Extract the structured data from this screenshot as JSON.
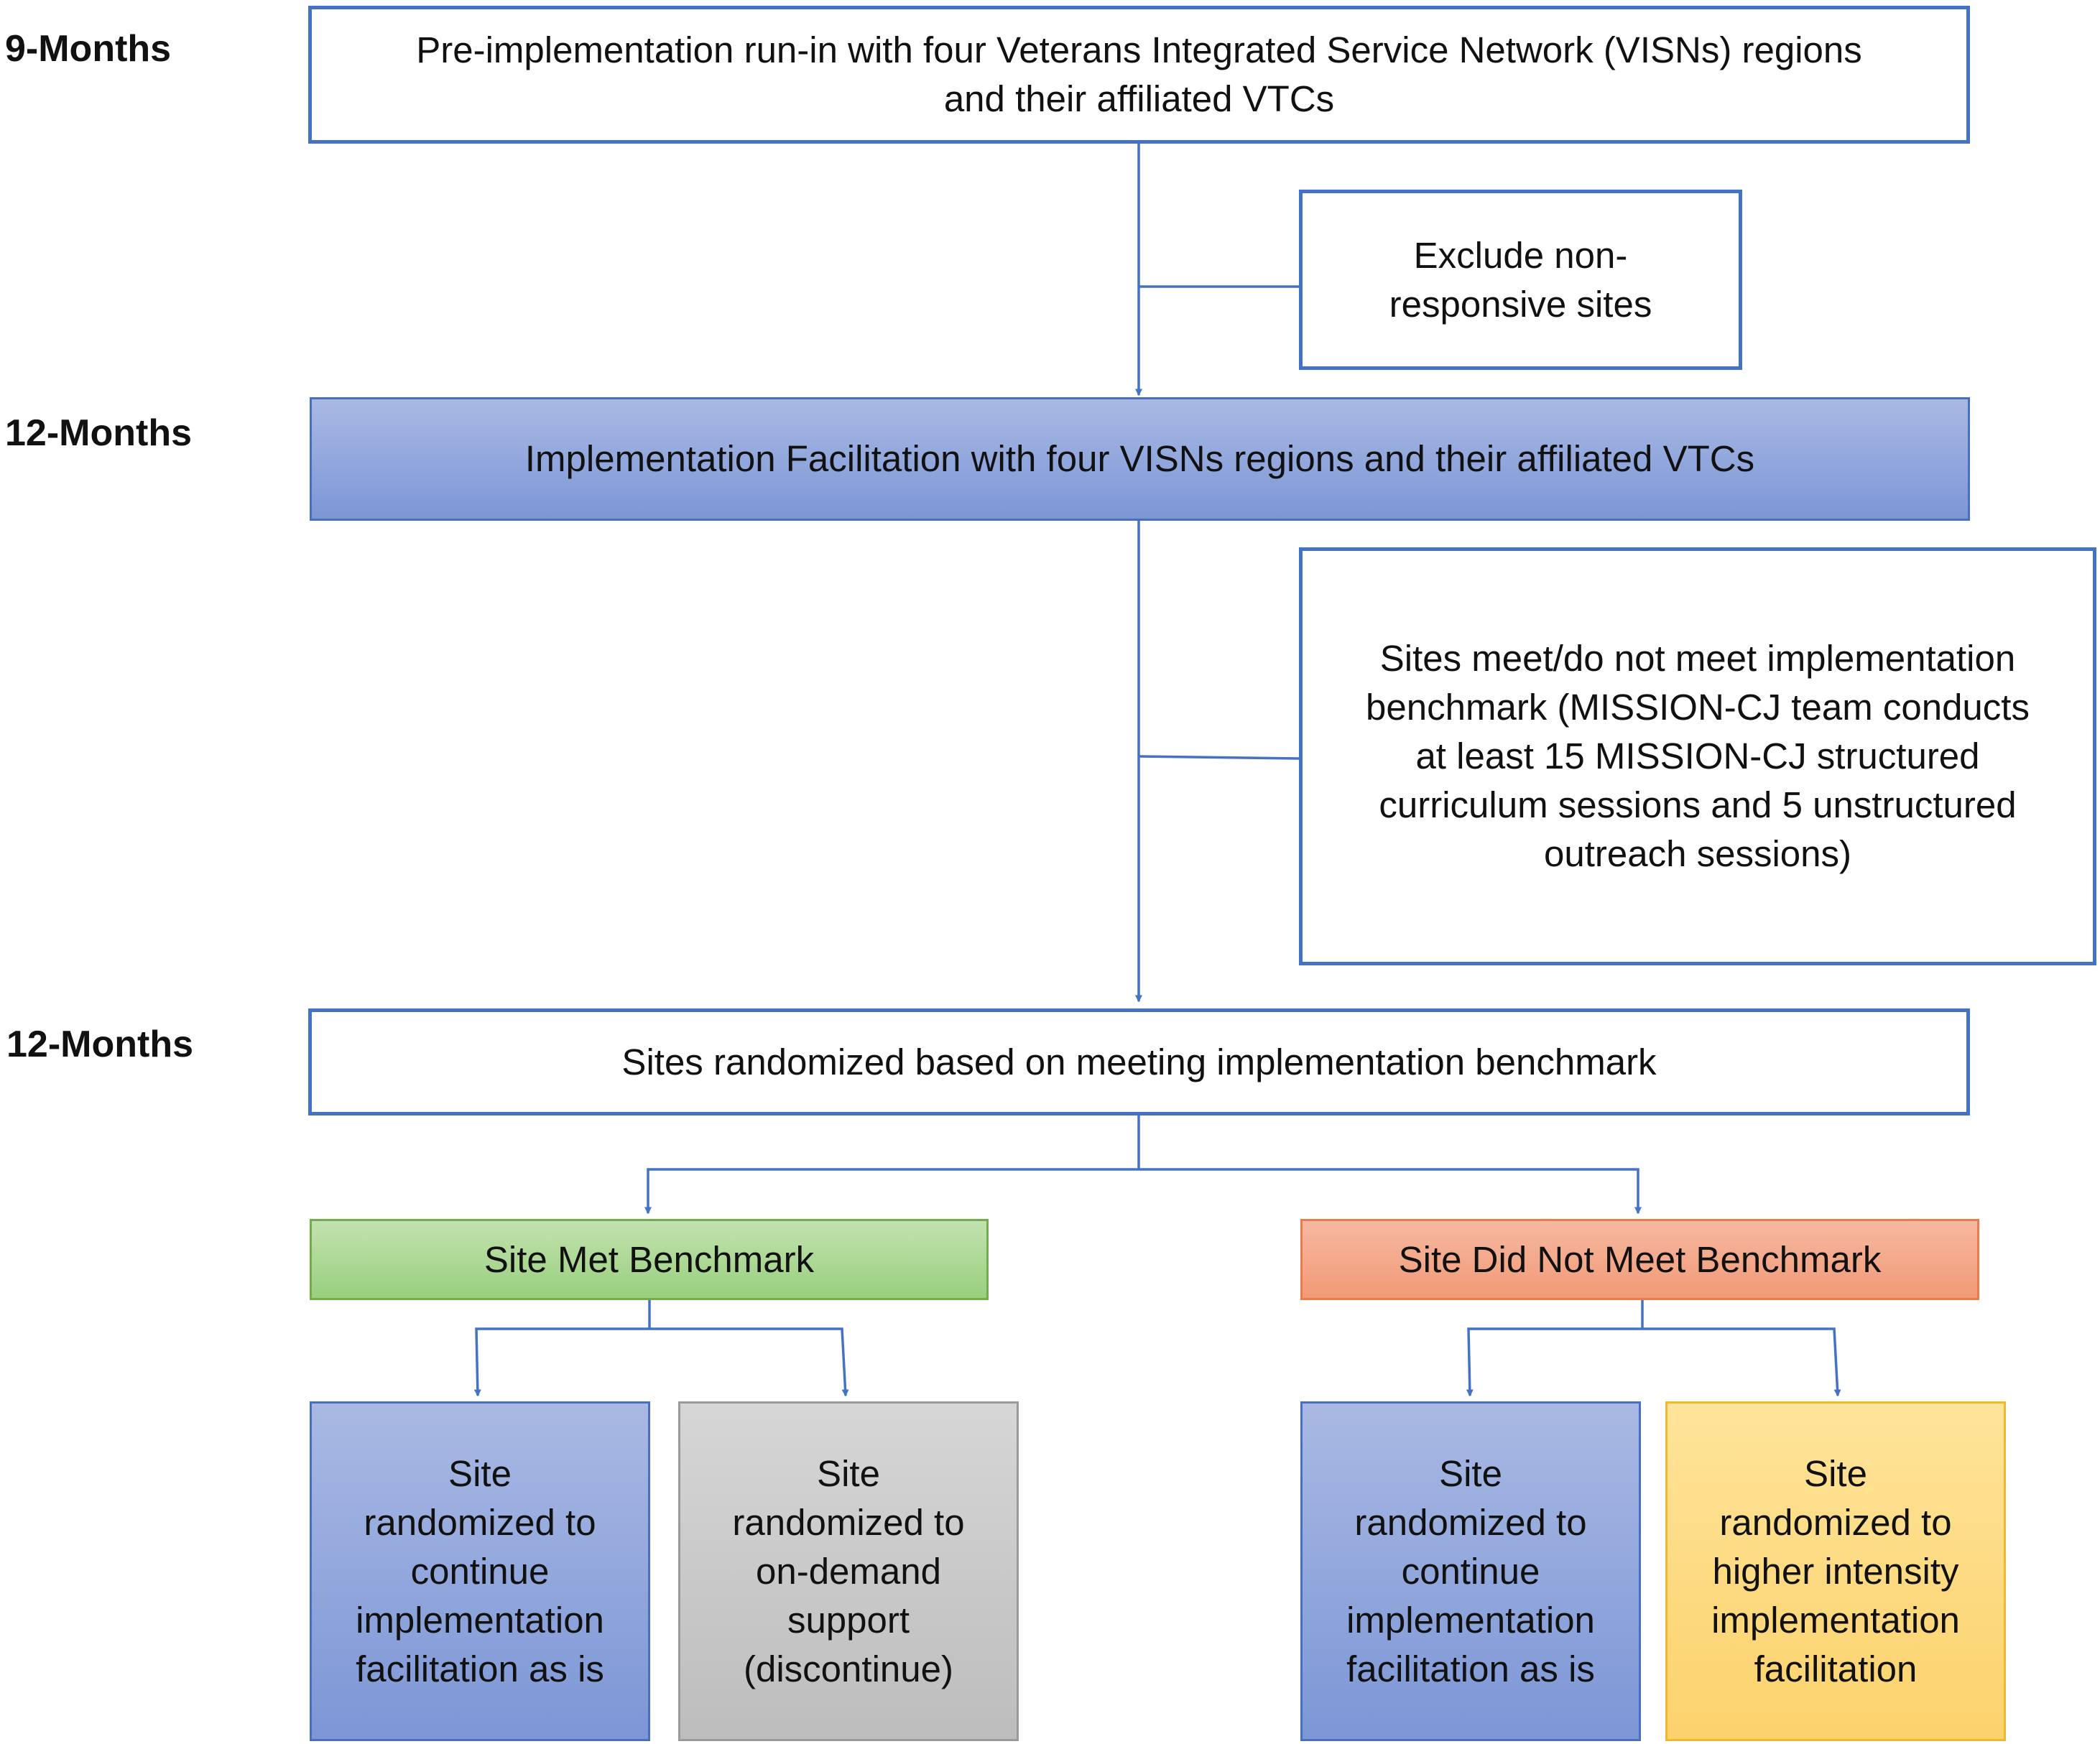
{
  "phases": {
    "phase_1": "9-Months",
    "phase_2": "12-Months",
    "phase_3": "12-Months"
  },
  "boxes": {
    "run_in": "Pre-implementation run-in with four Veterans Integrated Service Network (VISNs) regions\nand their affiliated VTCs",
    "exclude": "Exclude non-\nresponsive sites",
    "facilitation": "Implementation Facilitation with four VISNs regions and their affiliated VTCs",
    "benchmark_criteria": "Sites meet/do not meet implementation\nbenchmark (MISSION-CJ team conducts\nat least 15 MISSION-CJ structured\ncurriculum sessions and 5 unstructured\noutreach sessions)",
    "randomized": "Sites randomized based on meeting implementation benchmark",
    "met_benchmark": "Site Met Benchmark",
    "not_met_benchmark": "Site Did Not Meet Benchmark",
    "met_continue": "Site\nrandomized to\ncontinue\nimplementation\nfacilitation as is",
    "met_on_demand": "Site\nrandomized to\non-demand\nsupport\n(discontinue)",
    "not_met_continue": "Site\nrandomized to\ncontinue\nimplementation\nfacilitation as is",
    "not_met_higher": "Site\nrandomized to\nhigher intensity\nimplementation\nfacilitation"
  },
  "colors": {
    "connector": "#4472c4",
    "outline_border": "#4472c4",
    "blue_fill": "#8fa6dc",
    "gray_fill": "#c8c8c8",
    "green_fill": "#a9d696",
    "salmon_fill": "#f4a686",
    "gold_fill": "#fddb83"
  }
}
